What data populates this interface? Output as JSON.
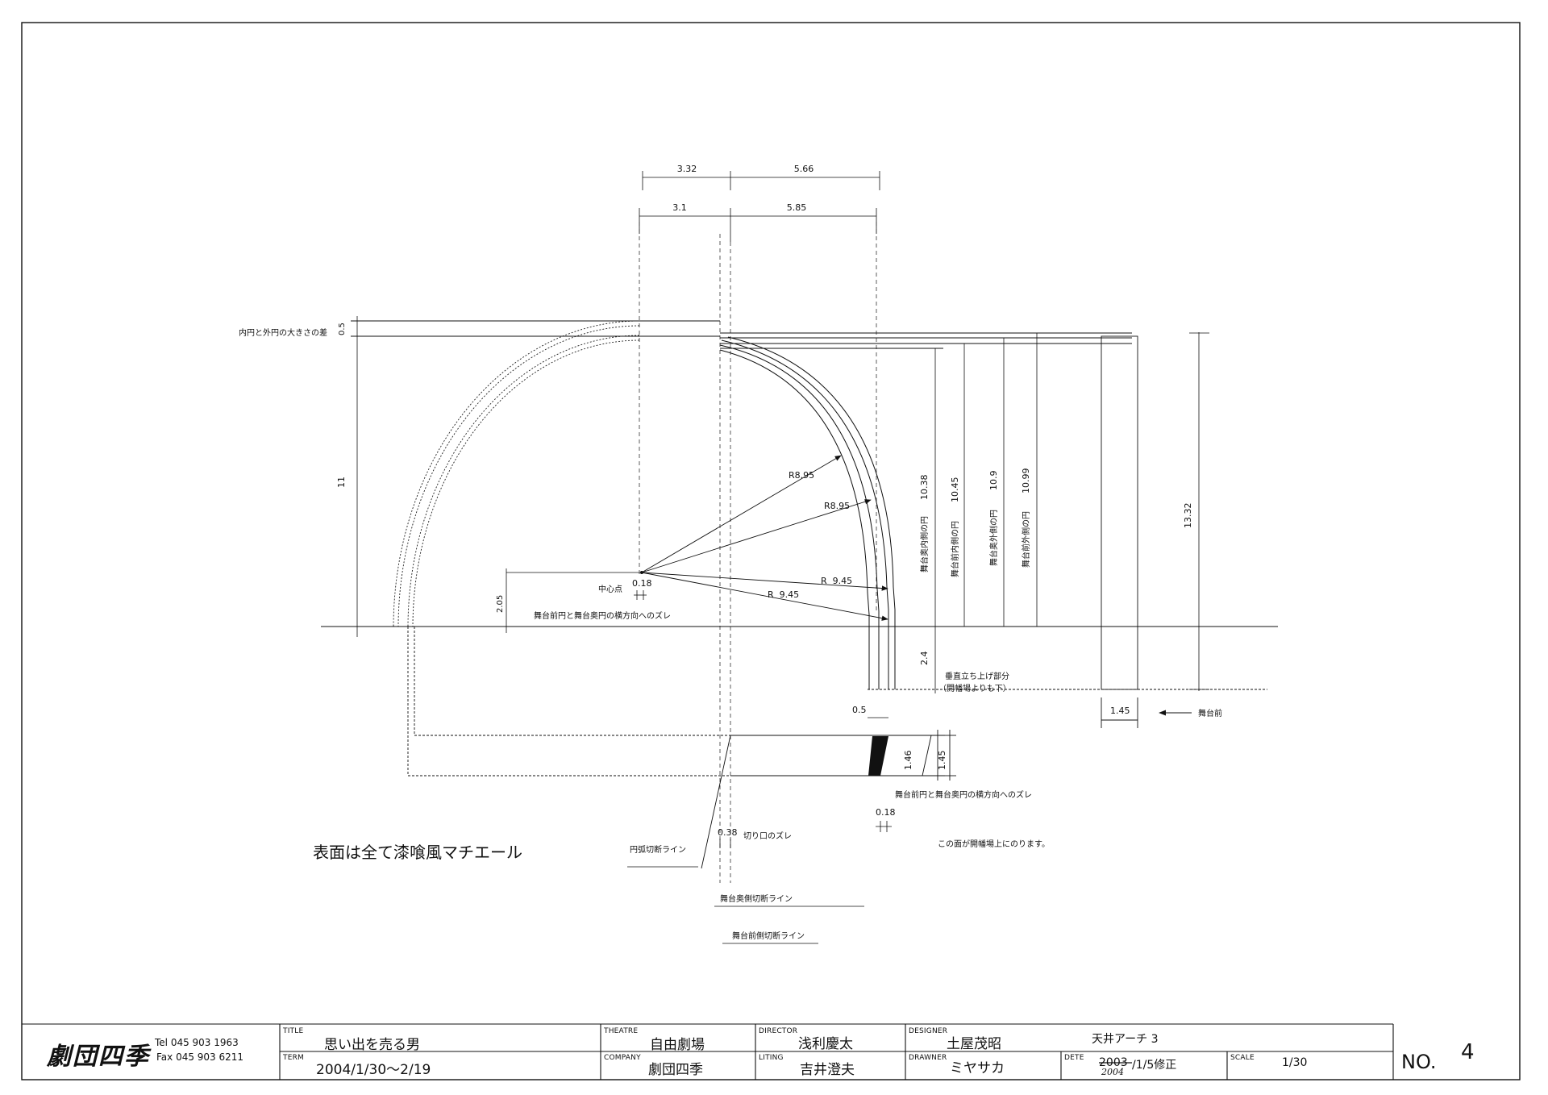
{
  "drawing": {
    "dims_top": [
      "3.32",
      "5.66"
    ],
    "dims_second": [
      "3.1",
      "5.85"
    ],
    "label_radius_diff": "内円と外円の大きさの差",
    "dim_radius_diff": "0.5",
    "dim_height_11": "11",
    "dim_offset_205": "2.05",
    "label_center": "中心点",
    "dim_018_top": "0.18",
    "label_lateral_shift_1": "舞台前円と舞台奥円の横方向へのズレ",
    "radius_labels": [
      "R8.95",
      "R8.95",
      "R  9.45",
      "R  9.45"
    ],
    "circle_heights": [
      "10.38",
      "10.45",
      "10.9",
      "10.99"
    ],
    "circle_labels": [
      "舞台奥内側の円",
      "舞台前内側の円",
      "舞台奥外側の円",
      "舞台前外側の円"
    ],
    "dim_1332": "13.32",
    "dim_24": "2.4",
    "label_vertical_rise_1": "垂直立ち上げ部分",
    "label_vertical_rise_2": "（開幡場よりも下）",
    "dim_05_bottom": "0.5",
    "dim_145_side": "1.45",
    "label_stage_front": "舞台前",
    "dim_146": "1.46",
    "dim_145_plan": "1.45",
    "label_lateral_shift_2": "舞台前円と舞台奥円の横方向へのズレ",
    "dim_018_bottom": "0.18",
    "dim_038": "0.38",
    "label_cut_shift": "切り口のズレ",
    "label_arc_cut": "円弧切断ライン",
    "label_surface_finish": "表面は全て漆喰風マチエール",
    "label_face_note": "この面が開幡場上にのります。",
    "label_rear_cut": "舞台奥側切断ライン",
    "label_front_cut": "舞台前側切断ライン"
  },
  "title_block": {
    "company_logo": "劇団四季",
    "tel": "Tel  045 903 1963",
    "fax": "Fax 045 903 6211",
    "title_caption": "TITLE",
    "title": "思い出を売る男",
    "term_caption": "TERM",
    "term": "2004/1/30〜2/19",
    "theatre_caption": "THEATRE",
    "theatre": "自由劇場",
    "company_caption": "COMPANY",
    "company": "劇団四季",
    "director_caption": "DIRECTOR",
    "director": "浅利慶太",
    "liting_caption": "LITING",
    "lighting": "吉井澄夫",
    "designer_caption": "DESIGNER",
    "designer": "土屋茂昭",
    "drawner_caption": "DRAWNER",
    "drawer": "ミヤサカ",
    "drawing_name": "天井アーチ 3",
    "date_caption": "DETE",
    "date_struck": "2003",
    "date_rest": "/1/5修正",
    "date_handwritten": "2004",
    "scale_caption": "SCALE",
    "scale": "1/30",
    "no_label": "NO.",
    "no_value": "4"
  }
}
